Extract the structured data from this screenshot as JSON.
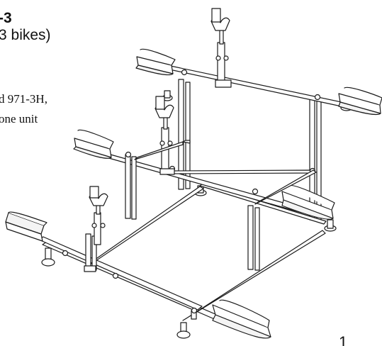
{
  "document": {
    "model_number": "-3",
    "capacity": "3 bikes)",
    "description_line1": "d 971-3H,",
    "description_line2": "one unit",
    "page_number": "1"
  },
  "illustration": {
    "subject": "three-tier bicycle display stand"
  }
}
